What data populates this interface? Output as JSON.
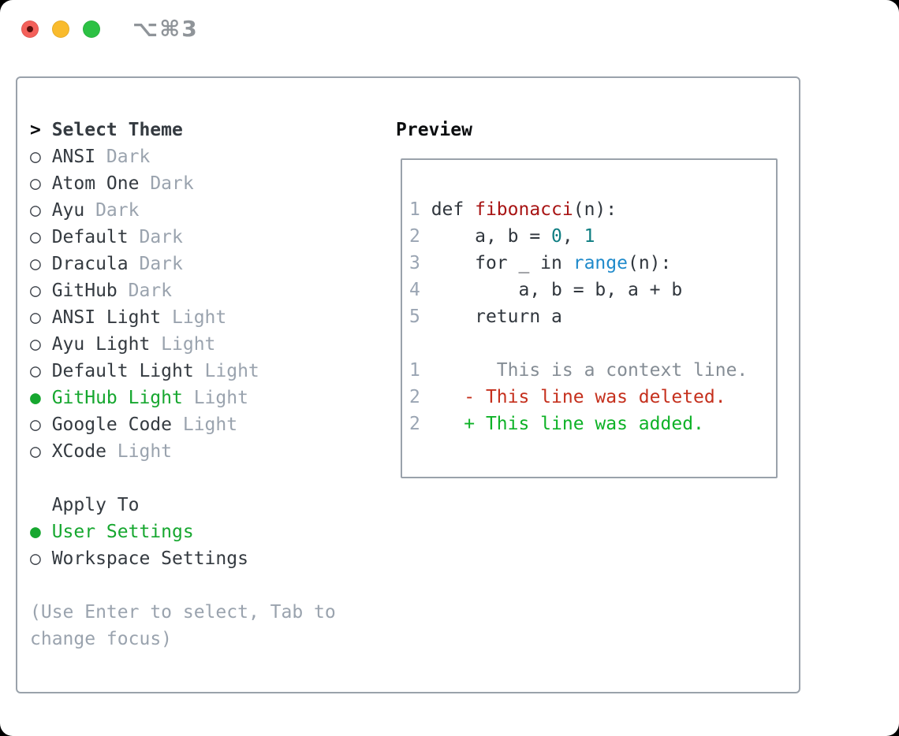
{
  "window": {
    "shortcut": "⌥⌘3"
  },
  "colors": {
    "selected_green": "#16a72f",
    "added_green": "#0eb227",
    "deleted_red": "#c5301d",
    "function_red": "#a81414",
    "number_teal": "#0f7e82",
    "builtin_blue": "#1f8acb",
    "muted_gray": "#9aa3ae",
    "border_gray": "#9aa2ab",
    "traffic_red": "#f4605a",
    "traffic_yellow": "#f9bb2d",
    "traffic_green": "#2cc144"
  },
  "theme_panel": {
    "header_prefix": ">",
    "header": "Select Theme",
    "radio_empty": "○",
    "radio_filled": "●",
    "items": [
      {
        "label": "ANSI",
        "variant": "Dark",
        "selected": false
      },
      {
        "label": "Atom One",
        "variant": "Dark",
        "selected": false
      },
      {
        "label": "Ayu",
        "variant": "Dark",
        "selected": false
      },
      {
        "label": "Default",
        "variant": "Dark",
        "selected": false
      },
      {
        "label": "Dracula",
        "variant": "Dark",
        "selected": false
      },
      {
        "label": "GitHub",
        "variant": "Dark",
        "selected": false
      },
      {
        "label": "ANSI Light",
        "variant": "Light",
        "selected": false
      },
      {
        "label": "Ayu Light",
        "variant": "Light",
        "selected": false
      },
      {
        "label": "Default Light",
        "variant": "Light",
        "selected": false
      },
      {
        "label": "GitHub Light",
        "variant": "Light",
        "selected": true
      },
      {
        "label": "Google Code",
        "variant": "Light",
        "selected": false
      },
      {
        "label": "XCode",
        "variant": "Light",
        "selected": false
      }
    ],
    "apply_header": "Apply To",
    "apply_options": [
      {
        "label": "User Settings",
        "selected": true
      },
      {
        "label": "Workspace Settings",
        "selected": false
      }
    ],
    "hint": "(Use Enter to select, Tab to change focus)"
  },
  "preview": {
    "title": "Preview",
    "lines": [
      [
        [
          "gut",
          "1 "
        ],
        [
          "plain",
          "def "
        ],
        [
          "func",
          "fibonacci"
        ],
        [
          "plain",
          "(n):"
        ]
      ],
      [
        [
          "gut",
          "2 "
        ],
        [
          "plain",
          "    a, b = "
        ],
        [
          "num",
          "0"
        ],
        [
          "plain",
          ", "
        ],
        [
          "num",
          "1"
        ]
      ],
      [
        [
          "gut",
          "3 "
        ],
        [
          "plain",
          "    for _ in "
        ],
        [
          "blt",
          "range"
        ],
        [
          "plain",
          "(n):"
        ]
      ],
      [
        [
          "gut",
          "4 "
        ],
        [
          "plain",
          "        a, b = b, a + b"
        ]
      ],
      [
        [
          "gut",
          "5 "
        ],
        [
          "plain",
          "    return a"
        ]
      ],
      [],
      [
        [
          "gut",
          "1 "
        ],
        [
          "ctx",
          "      This is a context line."
        ]
      ],
      [
        [
          "gut",
          "2 "
        ],
        [
          "del",
          "   - This line was deleted."
        ]
      ],
      [
        [
          "gut",
          "2 "
        ],
        [
          "add",
          "   + This line was added."
        ]
      ]
    ]
  }
}
